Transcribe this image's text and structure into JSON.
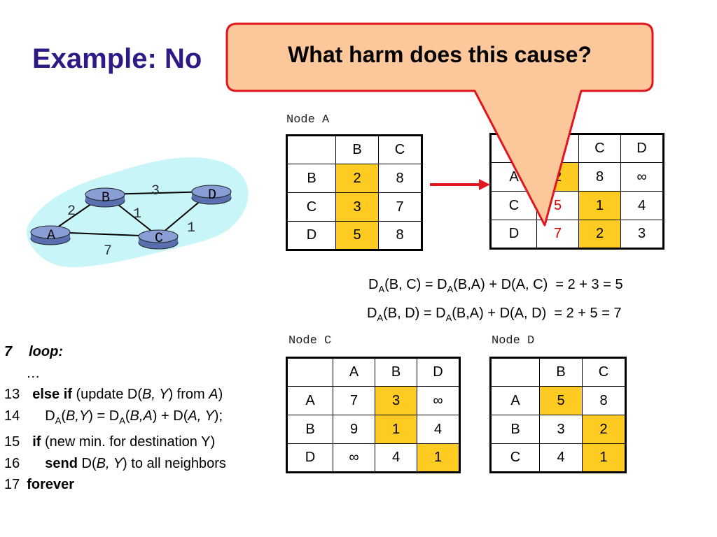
{
  "title": "Example: No",
  "callout": {
    "text": "What harm does this cause?",
    "fill": "#fcc79b",
    "stroke": "#e0161e"
  },
  "network": {
    "nodes": {
      "A": "A",
      "B": "B",
      "C": "C",
      "D": "D"
    },
    "edge_weights": {
      "AB": "2",
      "BD": "3",
      "BC": "1",
      "CD": "1",
      "AC": "7"
    },
    "cloud_color": "#c8f6f8",
    "router_color": "#8a9ed6"
  },
  "node_a": {
    "label": "Node A",
    "header": [
      "",
      "B",
      "C"
    ],
    "rows": [
      [
        "B",
        "2",
        "8"
      ],
      [
        "C",
        "3",
        "7"
      ],
      [
        "D",
        "5",
        "8"
      ]
    ]
  },
  "node_b": {
    "header": [
      "",
      "",
      "C",
      "D"
    ],
    "rows": [
      [
        "A",
        "2",
        "8",
        "∞"
      ],
      [
        "C",
        "5",
        "1",
        "4"
      ],
      [
        "D",
        "7",
        "2",
        "3"
      ]
    ]
  },
  "equations": {
    "eq1": {
      "lhs_prefix": "D",
      "lhs_sub": "A",
      "lhs_args": "(B, C) = D",
      "rhs_sub": "A",
      "rhs_rest": "(B,A) + D(A, C)  = 2 + 3 = 5"
    },
    "eq2": {
      "lhs_prefix": "D",
      "lhs_sub": "A",
      "lhs_args": "(B, D) = D",
      "rhs_sub": "A",
      "rhs_rest": "(B,A) + D(A, D)  = 2 + 5 = 7"
    }
  },
  "node_c": {
    "label": "Node C",
    "header": [
      "",
      "A",
      "B",
      "D"
    ],
    "rows": [
      [
        "A",
        "7",
        "3",
        "∞"
      ],
      [
        "B",
        "9",
        "1",
        "4"
      ],
      [
        "D",
        "∞",
        "4",
        "1"
      ]
    ]
  },
  "node_d": {
    "label": "Node D",
    "header": [
      "",
      "B",
      "C"
    ],
    "rows": [
      [
        "A",
        "5",
        "8"
      ],
      [
        "B",
        "3",
        "2"
      ],
      [
        "C",
        "4",
        "1"
      ]
    ]
  },
  "code": {
    "l7_num": "7",
    "l7_kw": "loop:",
    "ellipsis": "…",
    "l13_num": "13",
    "l13_kw": "else if",
    "l13_t1": " (update D(",
    "l13_b": "B, Y",
    "l13_t2": ") from ",
    "l13_a": "A",
    "l13_t3": ")",
    "l14_num": "14",
    "l14_t1": "D",
    "l14_s1": "A",
    "l14_t2": "(",
    "l14_i1": "B,Y",
    "l14_t3": ") = D",
    "l14_s2": "A",
    "l14_t4": "(",
    "l14_i2": "B,A",
    "l14_t5": ") + D(",
    "l14_i3": "A, Y",
    "l14_t6": ");",
    "l15_num": "15",
    "l15_kw": "if",
    "l15_t1": " (new min. for destination Y)",
    "l16_num": "16",
    "l16_kw": "send",
    "l16_t1": " D(",
    "l16_i1": "B, Y",
    "l16_t2": ") to all neighbors",
    "l17_num": "17",
    "l17_kw": "forever"
  }
}
